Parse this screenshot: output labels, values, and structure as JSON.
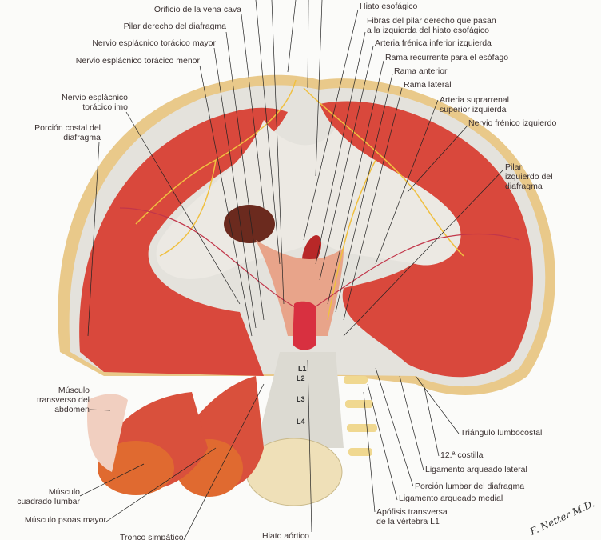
{
  "labels_left": {
    "vena_cava": "Orificio de la vena cava",
    "pilar_derecho": "Pilar derecho del diafragma",
    "esplacnico_mayor": "Nervio esplácnico torácico mayor",
    "esplacnico_menor": "Nervio esplácnico torácico menor",
    "esplacnico_imo": [
      "Nervio esplácnico",
      "torácico imo"
    ],
    "porcion_costal": [
      "Porción costal del",
      "diafragma"
    ],
    "transverso": [
      "Músculo",
      "transverso del",
      "abdomen"
    ],
    "cuadrado": [
      "Músculo",
      "cuadrado lumbar"
    ],
    "psoas": "Músculo psoas mayor",
    "tronco": "Tronco simpático",
    "hiato_aortico": "Hiato aórtico"
  },
  "labels_right": {
    "hiato_esofagico": "Hiato esofágico",
    "fibras": [
      "Fibras del pilar derecho que pasan",
      "a la izquierda del hiato esofágico"
    ],
    "frenica_inf": "Arteria frénica inferior izquierda",
    "rama_recurrente": "Rama recurrente para el esófago",
    "rama_anterior": "Rama anterior",
    "rama_lateral": "Rama lateral",
    "suprarrenal": [
      "Arteria suprarrenal",
      "superior izquierda"
    ],
    "frenico": "Nervio frénico izquierdo",
    "pilar_izq": [
      "Pilar",
      "izquierdo del",
      "diafragma"
    ],
    "triangulo": "Triángulo lumbocostal",
    "costilla": "12.ª costilla",
    "lig_lateral": "Ligamento arqueado lateral",
    "porcion_lumbar": "Porción lumbar del diafragma",
    "lig_medial": "Ligamento arqueado medial",
    "apofisis": [
      "Apófisis transversa",
      "de la vértebra L1"
    ]
  },
  "vertebrae": [
    "L1",
    "L2",
    "L3",
    "L4"
  ],
  "signature": "F. Netter M.D.",
  "colors": {
    "muscle": "#d9483c",
    "tendon": "#e4e2dc",
    "rim": "#e9c98a",
    "nerve": "#f0c040",
    "bone": "#efe0b8"
  }
}
